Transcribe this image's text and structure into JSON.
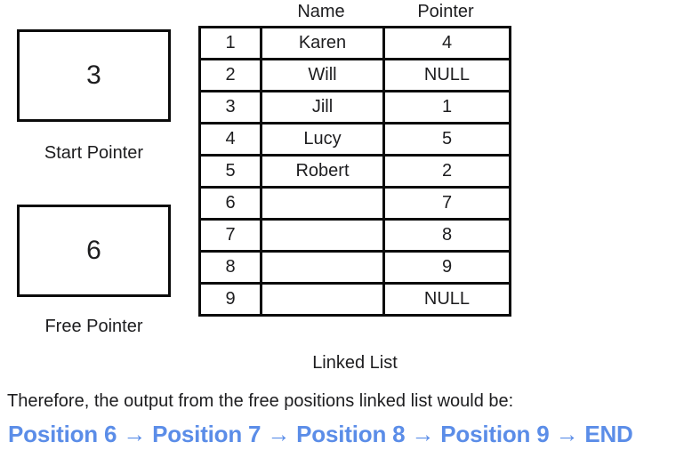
{
  "pointers": {
    "start": {
      "value": "3",
      "label": "Start Pointer"
    },
    "free": {
      "value": "6",
      "label": "Free Pointer"
    }
  },
  "table": {
    "col_name_header": "Name",
    "col_pointer_header": "Pointer",
    "rows": [
      {
        "index": "1",
        "name": "Karen",
        "pointer": "4"
      },
      {
        "index": "2",
        "name": "Will",
        "pointer": "NULL"
      },
      {
        "index": "3",
        "name": "Jill",
        "pointer": "1"
      },
      {
        "index": "4",
        "name": "Lucy",
        "pointer": "5"
      },
      {
        "index": "5",
        "name": "Robert",
        "pointer": "2"
      },
      {
        "index": "6",
        "name": "",
        "pointer": "7"
      },
      {
        "index": "7",
        "name": "",
        "pointer": "8"
      },
      {
        "index": "8",
        "name": "",
        "pointer": "9"
      },
      {
        "index": "9",
        "name": "",
        "pointer": "NULL"
      }
    ],
    "caption": "Linked List"
  },
  "conclusion": {
    "intro": "Therefore, the output from the free positions linked list would be:",
    "output": "Position 6 → Position 7 → Position 8 → Position 9 → END"
  },
  "colors": {
    "accent_blue": "#5b8de8",
    "text": "#1d1d1f"
  }
}
